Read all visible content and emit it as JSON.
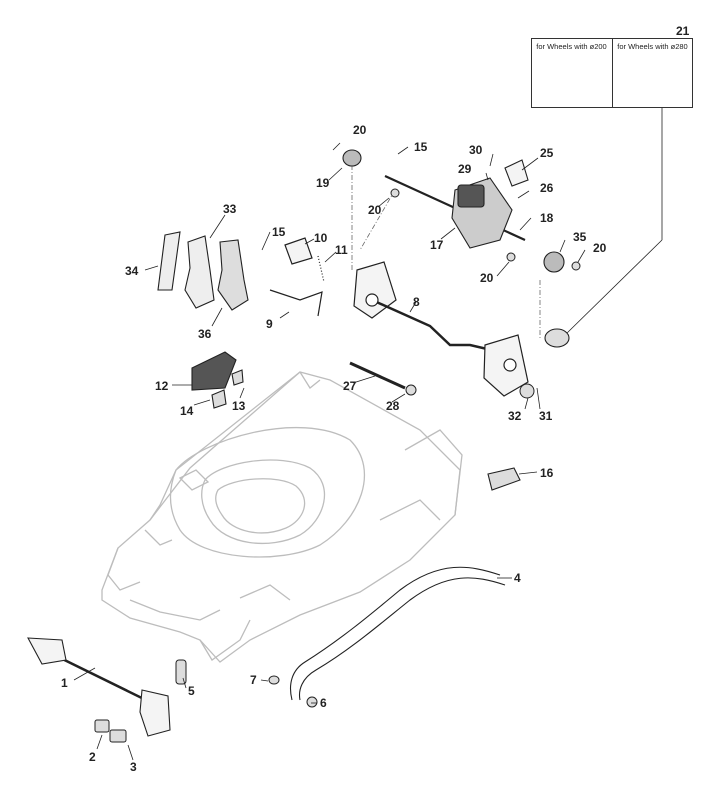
{
  "callouts": [
    {
      "id": "c1",
      "label": "1"
    },
    {
      "id": "c2",
      "label": "2"
    },
    {
      "id": "c3",
      "label": "3"
    },
    {
      "id": "c4",
      "label": "4"
    },
    {
      "id": "c5",
      "label": "5"
    },
    {
      "id": "c6",
      "label": "6"
    },
    {
      "id": "c7",
      "label": "7"
    },
    {
      "id": "c8",
      "label": "8"
    },
    {
      "id": "c9",
      "label": "9"
    },
    {
      "id": "c10",
      "label": "10"
    },
    {
      "id": "c11",
      "label": "11"
    },
    {
      "id": "c12",
      "label": "12"
    },
    {
      "id": "c13",
      "label": "13"
    },
    {
      "id": "c14",
      "label": "14"
    },
    {
      "id": "c15a",
      "label": "15"
    },
    {
      "id": "c15b",
      "label": "15"
    },
    {
      "id": "c16",
      "label": "16"
    },
    {
      "id": "c17",
      "label": "17"
    },
    {
      "id": "c18",
      "label": "18"
    },
    {
      "id": "c19",
      "label": "19"
    },
    {
      "id": "c20a",
      "label": "20"
    },
    {
      "id": "c20b",
      "label": "20"
    },
    {
      "id": "c20c",
      "label": "20"
    },
    {
      "id": "c20d",
      "label": "20"
    },
    {
      "id": "c21",
      "label": "21"
    },
    {
      "id": "c25",
      "label": "25"
    },
    {
      "id": "c26",
      "label": "26"
    },
    {
      "id": "c27",
      "label": "27"
    },
    {
      "id": "c28",
      "label": "28"
    },
    {
      "id": "c29",
      "label": "29"
    },
    {
      "id": "c30",
      "label": "30"
    },
    {
      "id": "c31",
      "label": "31"
    },
    {
      "id": "c32",
      "label": "32"
    },
    {
      "id": "c33",
      "label": "33"
    },
    {
      "id": "c34",
      "label": "34"
    },
    {
      "id": "c35",
      "label": "35"
    },
    {
      "id": "c36",
      "label": "36"
    }
  ],
  "inset": {
    "left_label": "for Wheels with ø200",
    "right_label": "for Wheels with ø280"
  },
  "colors": {
    "line": "#222222",
    "ghost": "#bdbdbd",
    "part_fill": "#f2f2f2",
    "dark": "#555555"
  }
}
